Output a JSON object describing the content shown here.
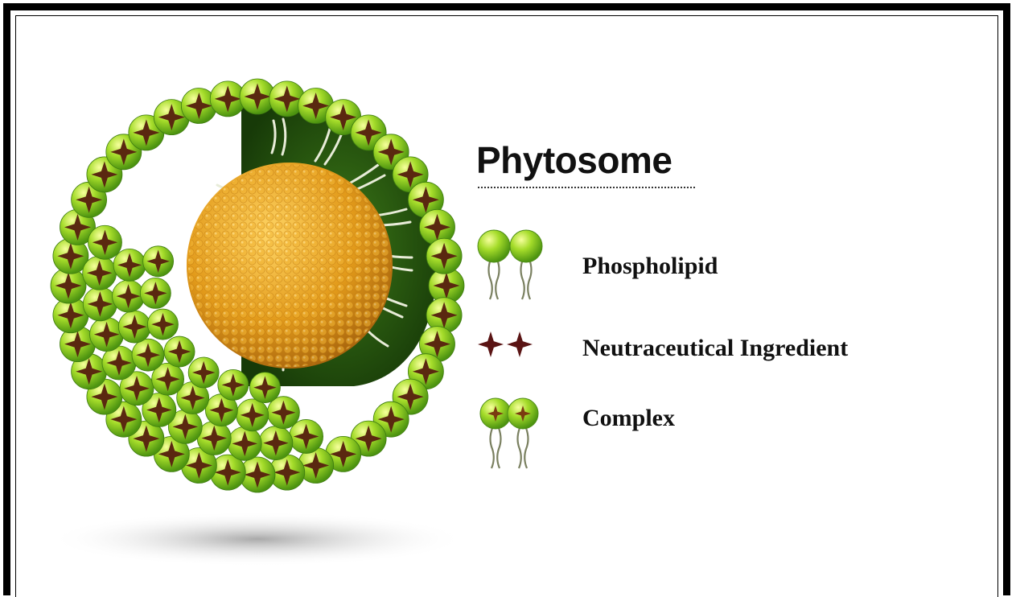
{
  "diagram": {
    "title": "Phytosome",
    "legend": [
      {
        "label": "Phospholipid",
        "icon": "phospholipid-icon"
      },
      {
        "label": "Neutraceutical Ingredient",
        "icon": "ingredient-star-icon"
      },
      {
        "label": "Complex",
        "icon": "complex-icon"
      }
    ],
    "colors": {
      "shell_green": "#7fcc12",
      "shell_dark_green": "#2f6b12",
      "core_orange": "#e7a11c",
      "ingredient_maroon": "#5a1414",
      "frame_border": "#000000"
    }
  }
}
